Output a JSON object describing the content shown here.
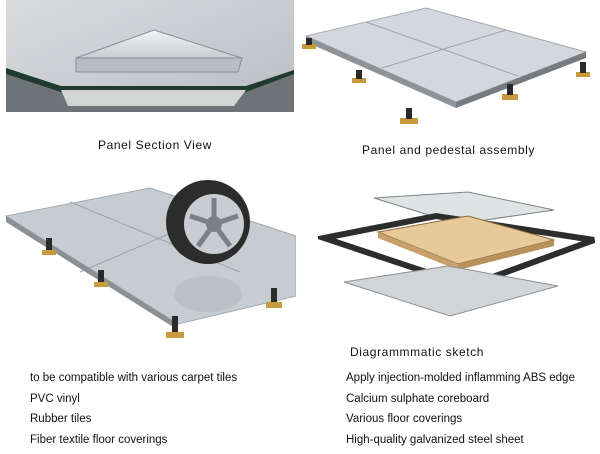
{
  "captions": {
    "section_view": "Panel Section View",
    "pedestal_assembly": "Panel and pedestal assembly",
    "sketch": "Diagrammmatic sketch"
  },
  "left_list": [
    "to be compatible with various carpet tiles",
    "PVC vinyl",
    "Rubber tiles",
    "Fiber textile floor coverings"
  ],
  "right_list": [
    "Apply injection-molded inflamming ABS edge",
    "Calcium sulphate coreboard",
    "Various floor coverings",
    "High-quality galvanized steel sheet"
  ]
}
